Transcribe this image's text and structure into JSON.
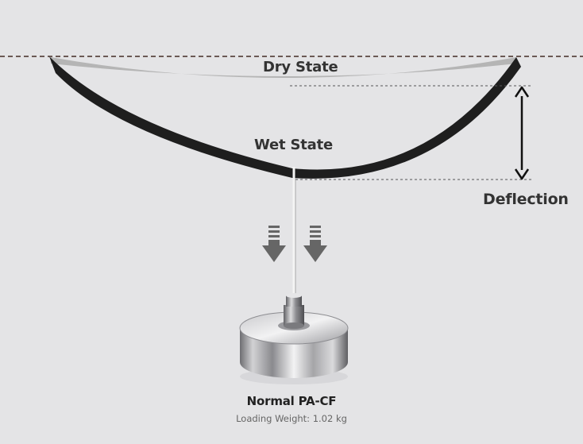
{
  "labels": {
    "dry_state": "Dry State",
    "wet_state": "Wet State",
    "deflection": "Deflection"
  },
  "caption": {
    "material": "Normal PA-CF",
    "loading_weight": "Loading Weight: 1.02 kg"
  },
  "colors": {
    "background": "#e4e4e6",
    "dry_strip": "#b5b5b5",
    "wet_strip": "#1e1e1e",
    "reference_line": "#6b5a55",
    "arrow": "#666666",
    "text": "#333333"
  },
  "icons": {
    "load_arrows": "down-arrow-icon",
    "deflection_arrow": "double-headed-arrow-icon"
  }
}
